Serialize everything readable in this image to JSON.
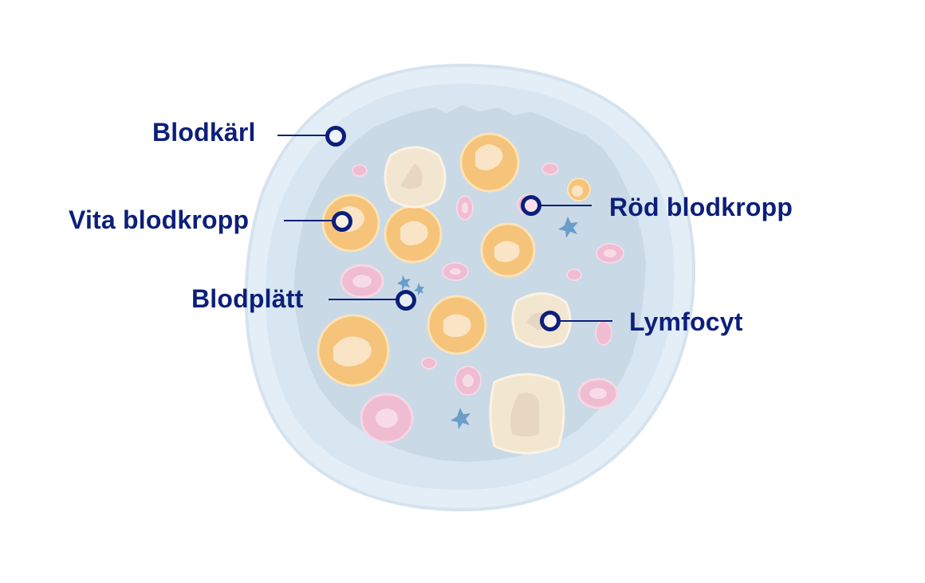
{
  "diagram": {
    "labels": {
      "blood_vessel": "Blodkärl",
      "white_blood_cell": "Vita blodkropp",
      "platelet": "Blodplätt",
      "red_blood_cell": "Röd blodkropp",
      "lymphocyte": "Lymfocyt"
    },
    "colors": {
      "label": "#0c1f7a",
      "vessel_outer": "#e7f0f8",
      "vessel_inner": "#d5e4f0",
      "plasma": "#c9d9e6",
      "white_cell": "#f5c47a",
      "white_cell_nucleus": "#f9e3c2",
      "red_cell": "#efbcd2",
      "platelet": "#6a9ec9",
      "lymphocyte": "#f3e6d0"
    }
  }
}
